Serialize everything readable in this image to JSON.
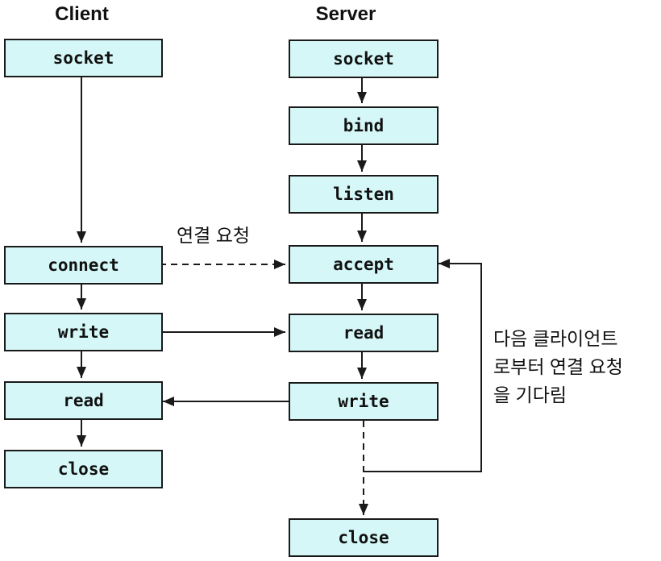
{
  "client": {
    "title": "Client",
    "steps": [
      "socket",
      "connect",
      "write",
      "read",
      "close"
    ]
  },
  "server": {
    "title": "Server",
    "steps": [
      "socket",
      "bind",
      "listen",
      "accept",
      "read",
      "write",
      "close"
    ]
  },
  "annotations": {
    "connection_request": "연결 요청",
    "wait_next_client": [
      "다음 클라이언트",
      "로부터 연결 요청",
      "을 기다림"
    ]
  },
  "arrows": {
    "client_flow": "socket→connect→write→read→close",
    "server_flow": "socket→bind→listen→accept→read→write→close",
    "connect_to_accept": "dashed",
    "client_write_to_server_read": "solid",
    "server_write_to_client_read": "solid",
    "server_write_to_close": "dashed",
    "server_write_loop_to_accept": "solid"
  },
  "colors": {
    "box_fill": "#d5f7f7",
    "box_border": "#1a1a1a",
    "line": "#1a1a1a",
    "text": "#111111",
    "background": "#ffffff"
  }
}
